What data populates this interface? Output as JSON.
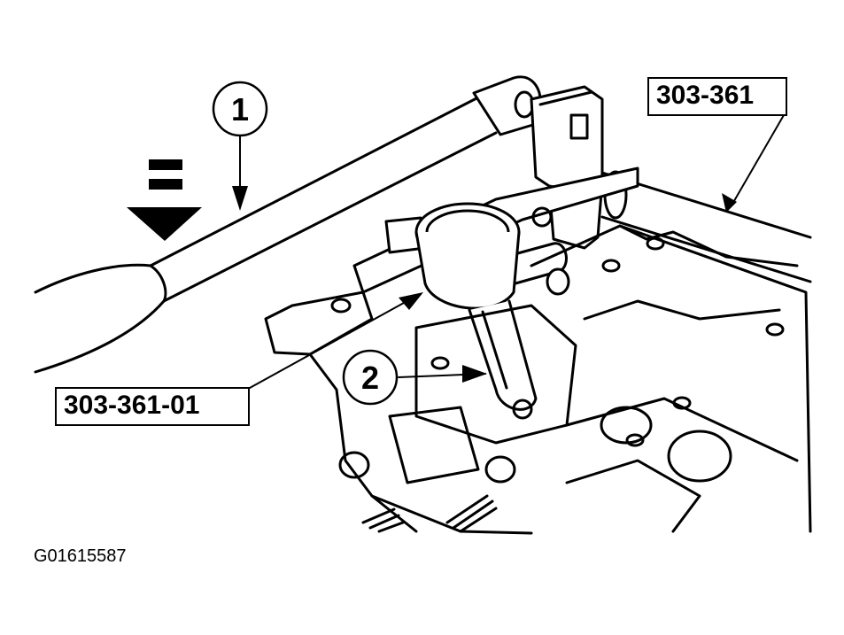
{
  "figure": {
    "id": "G01615587",
    "callouts": [
      {
        "number": "1"
      },
      {
        "number": "2"
      }
    ],
    "tool_labels": {
      "compressor": "303-361",
      "adapter": "303-361-01"
    },
    "line_color": "#000000",
    "background_color": "#ffffff"
  }
}
